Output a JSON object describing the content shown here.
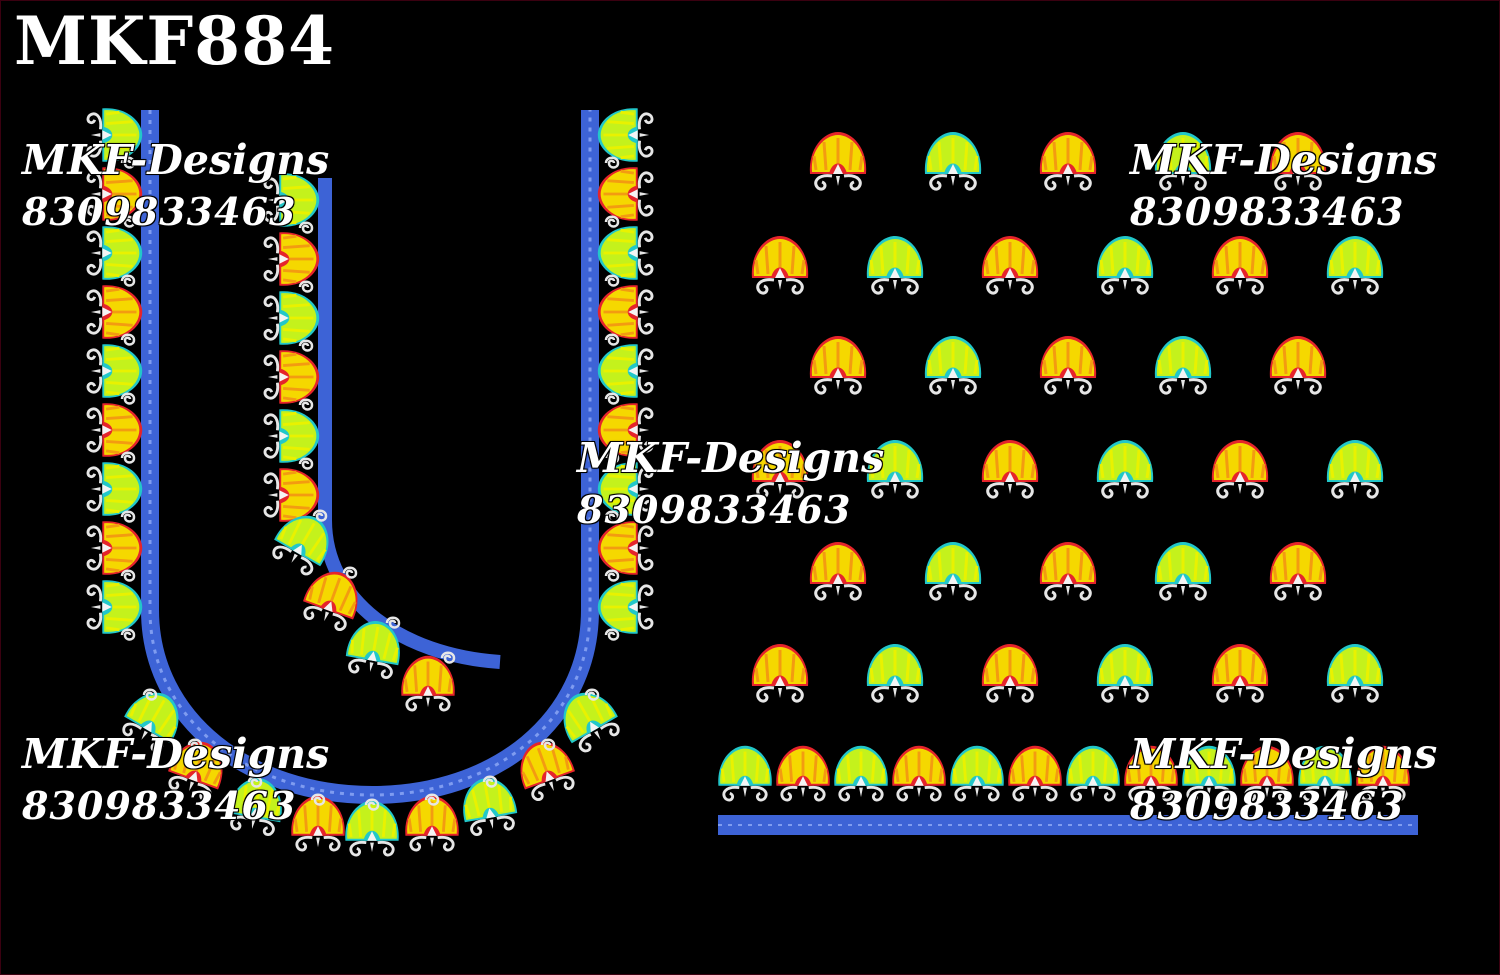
{
  "design_code": "MKF884",
  "watermarks": [
    {
      "name": "MKF-Designs",
      "phone": "8309833463"
    },
    {
      "name": "MKF-Designs",
      "phone": "8309833463"
    },
    {
      "name": "MKF-Designs",
      "phone": "8309833463"
    },
    {
      "name": "MKF-Designs",
      "phone": "8309833463"
    },
    {
      "name": "MKF-Designs",
      "phone": "8309833463"
    }
  ],
  "colors": {
    "background": "#000000",
    "neckline_blue": "#3d63d6",
    "motif_yellow": "#f5d800",
    "motif_green": "#b8f21a",
    "motif_red": "#e5242b",
    "motif_orange": "#f39b11",
    "motif_cyan": "#22c7c9",
    "scroll_white": "#e6e6e6"
  },
  "icons": [
    "peacock-fan-motif-icon",
    "scroll-swirl-icon"
  ]
}
